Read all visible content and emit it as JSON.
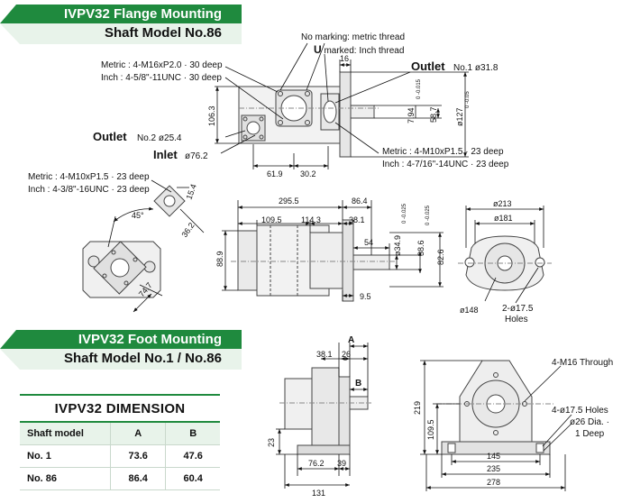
{
  "flange_header": {
    "title": "IVPV32 Flange Mounting",
    "subtitle": "Shaft Model No.86"
  },
  "foot_header": {
    "title": "IVPV32 Foot Mounting",
    "subtitle": "Shaft Model No.1 / No.86"
  },
  "dimension_table": {
    "title": "IVPV32 DIMENSION",
    "headers": [
      "Shaft model",
      "A",
      "B"
    ],
    "rows": [
      {
        "model": "No. 1",
        "a": "73.6",
        "b": "47.6"
      },
      {
        "model": "No. 86",
        "a": "86.4",
        "b": "60.4"
      }
    ]
  },
  "callouts": {
    "no_marking": "No marking: metric thread",
    "u_mark": "U",
    "u_marked": " marked: Inch thread",
    "metric_top": "Metric : 4-M16xP2.0 · 30 deep",
    "inch_top": "Inch : 4-5/8\"-11UNC · 30 deep",
    "outlet1_word": "Outlet",
    "outlet1_spec": "No.1 ø31.8",
    "outlet2_word": "Outlet",
    "outlet2_spec": "No.2 ø25.4",
    "inlet_word": "Inlet",
    "inlet_spec": "ø76.2",
    "metric_right": "Metric : 4-M10xP1.5 · 23 deep",
    "inch_right": "Inch : 4-7/16\"-14UNC · 23 deep",
    "metric_left": "Metric : 4-M10xP1.5 · 23 deep",
    "inch_left": "Inch : 4-3/8\"-16UNC · 23 deep",
    "holes_count": "2-ø17.5",
    "holes_word": "Holes",
    "m16_through": "4-M16 Through",
    "holes_foot": "4-ø17.5 Holes",
    "dia26": "ø26 Dia. ·",
    "deep1": "1 Deep"
  },
  "dims": {
    "d16": "16",
    "d106_3": "106.3",
    "d61_9": "61.9",
    "d30_2": "30.2",
    "d58_7": "58.7",
    "d7_94": "7.94",
    "tol_7_94": "0\n-0.015",
    "d127": "ø127",
    "tol_127": "0\n-0.05",
    "d45": "45°",
    "d15_4": "15.4",
    "d36_2": "36.2",
    "d74_7": "74.7",
    "d295_5": "295.5",
    "d86_4": "86.4",
    "d109_5": "109.5",
    "d114_3": "114.3",
    "d38_1": "38.1",
    "d88_9": "88.9",
    "d54": "54",
    "d9_5": "9.5",
    "d34_9": "ø34.9",
    "tol_34_9": "0\n-0.025",
    "d38_6": "38.6",
    "tol_38_6": "0\n-0.025",
    "d82_6": "82.6",
    "d213": "ø213",
    "d181": "ø181",
    "d148": "ø148",
    "fA": "A",
    "fB": "B",
    "f38_1": "38.1",
    "f26": "26",
    "f23": "23",
    "f76_2": "76.2",
    "f39": "39",
    "f131": "131",
    "f219": "219",
    "f109_5": "109.5",
    "f145": "145",
    "f235": "235",
    "f278": "278"
  }
}
